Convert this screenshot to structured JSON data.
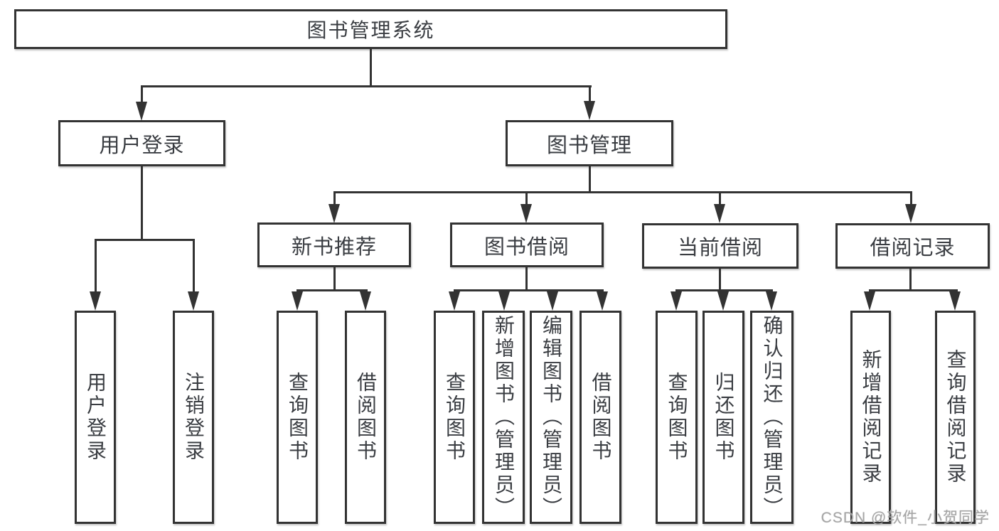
{
  "diagram_title": "图书管理系统",
  "colors": {
    "line": "#333333",
    "text": "#3a3d42",
    "background": "#ffffff",
    "watermark": "#a5a5a5"
  },
  "nodes": {
    "root": "图书管理系统",
    "user_login": "用户登录",
    "book_mgmt": "图书管理",
    "new_book_rec": "新书推荐",
    "book_borrow": "图书借阅",
    "current_borrow": "当前借阅",
    "borrow_records": "借阅记录",
    "leaf_user_login": "用户登录",
    "leaf_logout": "注销登录",
    "leaf_query_book_nbr": "查询图书",
    "leaf_borrow_book_nbr": "借阅图书",
    "leaf_query_book_bb": "查询图书",
    "leaf_add_book": "新增图书（管理员）",
    "leaf_edit_book": "编辑图书（管理员）",
    "leaf_borrow_book_bb": "借阅图书",
    "leaf_query_book_cb": "查询图书",
    "leaf_return_book": "归还图书",
    "leaf_confirm_return": "确认归还（管理员）",
    "leaf_add_record": "新增借阅记录",
    "leaf_query_record": "查询借阅记录"
  },
  "hierarchy": {
    "label": "图书管理系统",
    "children": [
      {
        "label": "用户登录",
        "children": [
          {
            "label": "用户登录"
          },
          {
            "label": "注销登录"
          }
        ]
      },
      {
        "label": "图书管理",
        "children": [
          {
            "label": "新书推荐",
            "children": [
              {
                "label": "查询图书"
              },
              {
                "label": "借阅图书"
              }
            ]
          },
          {
            "label": "图书借阅",
            "children": [
              {
                "label": "查询图书"
              },
              {
                "label": "新增图书（管理员）"
              },
              {
                "label": "编辑图书（管理员）"
              },
              {
                "label": "借阅图书"
              }
            ]
          },
          {
            "label": "当前借阅",
            "children": [
              {
                "label": "查询图书"
              },
              {
                "label": "归还图书"
              },
              {
                "label": "确认归还（管理员）"
              }
            ]
          },
          {
            "label": "借阅记录",
            "children": [
              {
                "label": "新增借阅记录"
              },
              {
                "label": "查询借阅记录"
              }
            ]
          }
        ]
      }
    ]
  },
  "watermark": "CSDN @软件_小贺同学"
}
